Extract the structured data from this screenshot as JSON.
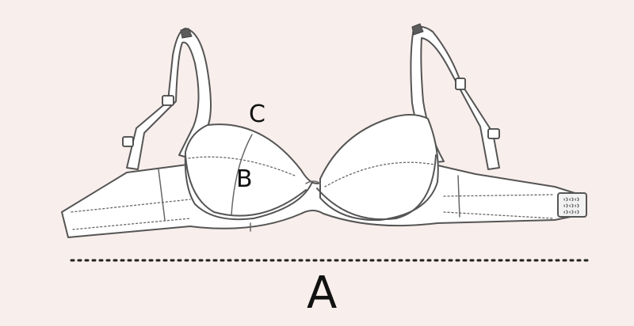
{
  "labels": {
    "a": "A",
    "b": "B",
    "c": "C"
  },
  "colors": {
    "background": "#f8eeeb",
    "outline": "#555555",
    "measure_line": "#222222"
  }
}
